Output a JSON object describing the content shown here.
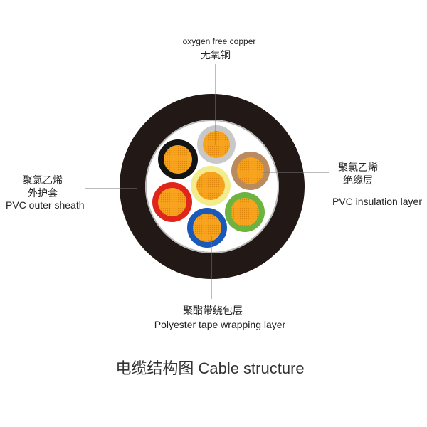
{
  "labels": {
    "conductor": {
      "en": "oxygen free copper",
      "zh": "无氧铜"
    },
    "outer_sheath": {
      "zh_line1": "聚氯乙烯",
      "zh_line2": "外护套",
      "en": "PVC outer sheath"
    },
    "insulation": {
      "zh_line1": "聚氯乙烯",
      "zh_line2": "绝缘层",
      "en": "PVC insulation layer"
    },
    "wrapping": {
      "zh": "聚酯带绕包层",
      "en": "Polyester tape wrapping layer"
    }
  },
  "caption": "电缆结构图 Cable structure",
  "colors": {
    "sheath": "#221816",
    "wrapping_ring": "#b8b8b8",
    "background": "#ffffff"
  },
  "cores": {
    "insulation_colors": [
      "#c8c8c8",
      "#b98b5f",
      "#6db33f",
      "#1b59b8",
      "#e0251b",
      "#141414",
      "#f3ec8c"
    ]
  }
}
